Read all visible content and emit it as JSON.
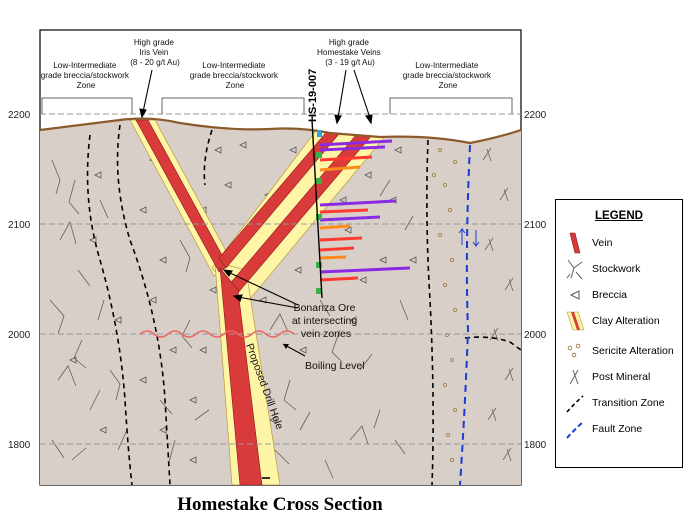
{
  "title": "Homestake Cross Section",
  "elevations": [
    "2200",
    "2100",
    "2000",
    "1800"
  ],
  "zones": [
    {
      "lines": [
        "Low-Intermediate",
        "grade breccia/stockwork",
        "Zone"
      ]
    },
    {
      "lines": [
        "Low-Intermediate",
        "grade breccia/stockwork",
        "Zone"
      ]
    },
    {
      "lines": [
        "Low-Intermediate",
        "grade breccia/stockwork",
        "Zone"
      ]
    }
  ],
  "iris_vein": {
    "lines": [
      "High grade",
      "Iris Vein",
      "(8 - 20 g/t Au)"
    ]
  },
  "homestake_veins": {
    "lines": [
      "High grade",
      "Homestake Veins",
      "(3 - 19 g/t Au)"
    ]
  },
  "drill_hole_id": "HS-19-007",
  "bonanza": {
    "lines": [
      "Bonanza Ore",
      "at intersecting",
      "vein zones"
    ]
  },
  "boiling_level": "Boiling Level",
  "proposed_drill_hole": "Proposed Drill Hole",
  "legend": {
    "title": "LEGEND",
    "items": [
      {
        "label": "Vein",
        "icon": "vein-icon",
        "color": "#d93a3a"
      },
      {
        "label": "Stockwork",
        "icon": "stockwork-icon",
        "color": "#6b5b55"
      },
      {
        "label": "Breccia",
        "icon": "breccia-icon",
        "color": "#555555"
      },
      {
        "label": "Clay Alteration",
        "icon": "clay-alteration-icon",
        "color": "#fff5a6"
      },
      {
        "label": "Sericite Alteration",
        "icon": "sericite-alteration-icon",
        "color": "#c9a77a"
      },
      {
        "label": "Post Mineral",
        "icon": "post-mineral-icon",
        "color": "#666666"
      },
      {
        "label": "Transition Zone",
        "icon": "transition-zone-icon",
        "color": "#000000"
      },
      {
        "label": "Fault Zone",
        "icon": "fault-zone-icon",
        "color": "#1a3ccf"
      }
    ]
  },
  "colors": {
    "rock": "#d8cfc8",
    "vein": "#d93a3a",
    "clay": "#fff5a6",
    "surface": "#8b5a2b",
    "fault": "#1a3ccf",
    "boiling": "#ee6666"
  }
}
